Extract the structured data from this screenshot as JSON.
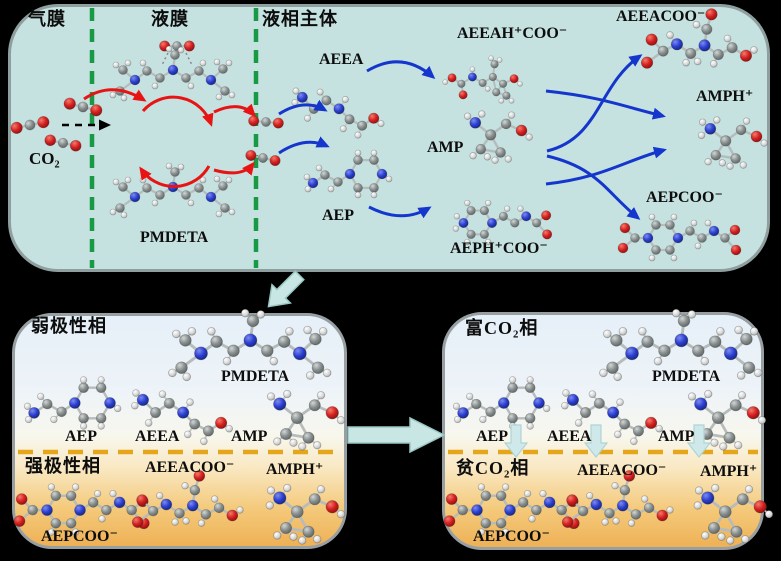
{
  "figure": {
    "description_note": "CO2 absorption and phase-splitting reaction mechanism diagram"
  },
  "panels": {
    "top": {
      "regions": [
        {
          "id": "gas-film",
          "label": "气膜"
        },
        {
          "id": "liquid-film",
          "label": "液膜"
        },
        {
          "id": "liquid-bulk",
          "label": "液相主体"
        }
      ],
      "species": [
        {
          "id": "co2",
          "label": "CO₂"
        },
        {
          "id": "pmdeta",
          "label": "PMDETA"
        },
        {
          "id": "aeea",
          "label": "AEEA"
        },
        {
          "id": "amp",
          "label": "AMP"
        },
        {
          "id": "aep",
          "label": "AEP"
        },
        {
          "id": "aeeah-coo",
          "label": "AEEAH⁺COO⁻"
        },
        {
          "id": "aeeacoo",
          "label": "AEEACOO⁻"
        },
        {
          "id": "amph",
          "label": "AMPH⁺"
        },
        {
          "id": "aepcoo",
          "label": "AEPCOO⁻"
        },
        {
          "id": "aeph-coo",
          "label": "AEPH⁺COO⁻"
        }
      ]
    },
    "bottom_left": {
      "upper_phase_label": "弱极性相",
      "lower_phase_label": "强极性相",
      "upper_species": [
        "AEP",
        "AEEA",
        "AMP",
        "PMDETA"
      ],
      "lower_species": [
        "AEPCOO⁻",
        "AEEACOO⁻",
        "AMPH⁺"
      ]
    },
    "bottom_right": {
      "upper_phase_label": "富CO₂相",
      "lower_phase_label": "贫CO₂相",
      "upper_species": [
        "AEP",
        "AEEA",
        "AMP",
        "PMDETA"
      ],
      "lower_species": [
        "AEPCOO⁻",
        "AEEACOO⁻",
        "AMPH⁺"
      ]
    }
  },
  "colors": {
    "background": "#000000",
    "top_panel_fill": "#c5e1e0",
    "bottom_panel_top": "#e6f0f8",
    "bottom_panel_bottom": "#eeb156",
    "reaction_arrow_red": "#e81414",
    "reaction_arrow_blue": "#1536cc",
    "film_divider_green": "#189a44",
    "phase_divider_gold": "#e5a61a",
    "block_arrow_cyan": "#c8e6e4",
    "atom_carbon": "#9a9f9f",
    "atom_hydrogen": "#e8e8e8",
    "atom_nitrogen": "#2b3fd0",
    "atom_oxygen": "#d42020"
  }
}
